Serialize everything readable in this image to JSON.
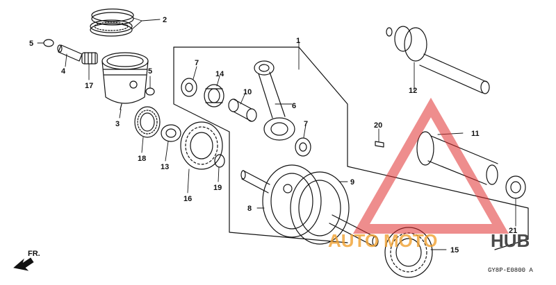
{
  "diagram_code": "GY8P-E0800 A",
  "direction_label": "FR.",
  "watermark": {
    "word1": "AUTO",
    "word2": "MOTO",
    "word3": "HUB",
    "colors": {
      "orange": "#f0a030",
      "dark": "#4a4a4a",
      "red": "#e03030"
    }
  },
  "part_labels": [
    {
      "id": "p1",
      "text": "1"
    },
    {
      "id": "p2",
      "text": "2"
    },
    {
      "id": "p3",
      "text": "3"
    },
    {
      "id": "p4",
      "text": "4"
    },
    {
      "id": "p5a",
      "text": "5"
    },
    {
      "id": "p5b",
      "text": "5"
    },
    {
      "id": "p6",
      "text": "6"
    },
    {
      "id": "p7a",
      "text": "7"
    },
    {
      "id": "p7b",
      "text": "7"
    },
    {
      "id": "p8",
      "text": "8"
    },
    {
      "id": "p9",
      "text": "9"
    },
    {
      "id": "p10",
      "text": "10"
    },
    {
      "id": "p11",
      "text": "11"
    },
    {
      "id": "p12",
      "text": "12"
    },
    {
      "id": "p13",
      "text": "13"
    },
    {
      "id": "p14",
      "text": "14"
    },
    {
      "id": "p15",
      "text": "15"
    },
    {
      "id": "p16",
      "text": "16"
    },
    {
      "id": "p17",
      "text": "17"
    },
    {
      "id": "p18",
      "text": "18"
    },
    {
      "id": "p19",
      "text": "19"
    },
    {
      "id": "p20",
      "text": "20"
    },
    {
      "id": "p21",
      "text": "21"
    }
  ]
}
